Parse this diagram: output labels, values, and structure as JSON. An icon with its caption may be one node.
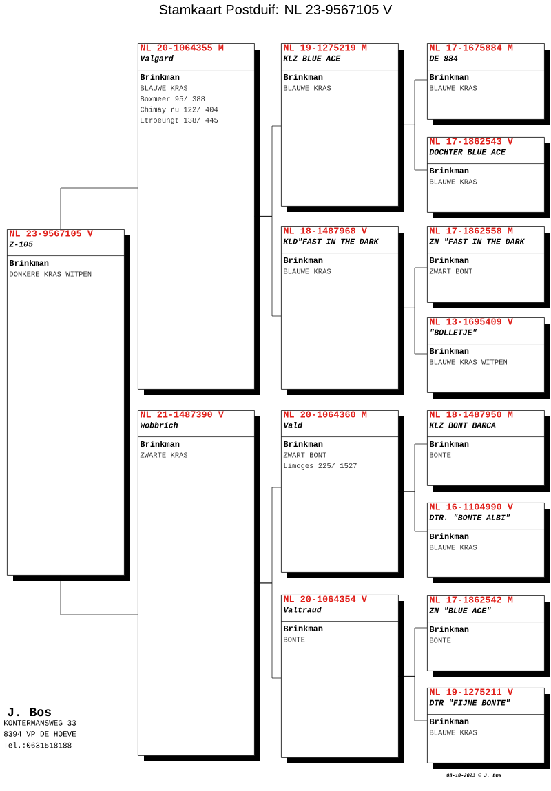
{
  "diagram": {
    "title": "Stamkaart Postduif: NL 23-9567105 V",
    "nodes": [
      {
        "text": [
          "NL 23-9567105 V",
          "Z-105",
          "Brinkman",
          "DONKERE KRAS WITPEN"
        ]
      },
      {
        "text": [
          "NL 20-1064355 M",
          "Valgard",
          "Brinkman",
          "BLAUWE KRAS",
          "Boxmeer 95/ 388",
          "Chimay ru 122/ 404",
          "Etroeungt 138/ 445"
        ]
      },
      {
        "text": [
          "NL 21-1487390 V",
          "Wobbrich",
          "Brinkman",
          "ZWARTE KRAS"
        ]
      },
      {
        "text": [
          "NL 19-1275219 M",
          "KLZ BLUE ACE",
          "Brinkman",
          "BLAUWE KRAS"
        ]
      },
      {
        "text": [
          "NL 18-1487968 V",
          "KLD\"FAST IN THE DARK",
          "Brinkman",
          "BLAUWE KRAS"
        ]
      },
      {
        "text": [
          "NL 20-1064360 M",
          "Vald",
          "Brinkman",
          "ZWART BONT",
          "Limoges 225/ 1527"
        ]
      },
      {
        "text": [
          "NL 20-1064354 V",
          "Valtraud",
          "Brinkman",
          "BONTE"
        ]
      },
      {
        "text": [
          "NL 17-1675884 M",
          "DE 884",
          "Brinkman",
          "BLAUWE KRAS"
        ]
      },
      {
        "text": [
          "NL 17-1862543 V",
          "DOCHTER BLUE ACE",
          "Brinkman",
          "BLAUWE KRAS"
        ]
      },
      {
        "text": [
          "NL 17-1862558 M",
          "ZN \"FAST IN THE DARK",
          "Brinkman",
          "ZWART BONT"
        ]
      },
      {
        "text": [
          "NL 13-1695409 V",
          "\"BOLLETJE\"",
          "Brinkman",
          "BLAUWE KRAS WITPEN"
        ]
      },
      {
        "text": [
          "NL 18-1487950 M",
          "KLZ BONT BARCA",
          "Brinkman",
          "BONTE"
        ]
      },
      {
        "text": [
          "NL 16-1104990 V",
          "DTR. \"BONTE ALBI\"",
          "Brinkman",
          "BLAUWE KRAS"
        ]
      },
      {
        "text": [
          "NL 17-1862542 M",
          "ZN \"BLUE ACE\"",
          "Brinkman",
          "BONTE"
        ]
      },
      {
        "text": [
          "NL 19-1275211 V",
          "DTR \"FIJNE BONTE\"",
          "Brinkman",
          "BLAUWE KRAS"
        ]
      }
    ],
    "edges": [
      {
        "from": 0,
        "to": 1,
        "arrow": "none"
      },
      {
        "from": 0,
        "to": 2,
        "arrow": "none"
      },
      {
        "from": 1,
        "to": 3,
        "arrow": "none"
      },
      {
        "from": 1,
        "to": 4,
        "arrow": "none"
      },
      {
        "from": 2,
        "to": 5,
        "arrow": "none"
      },
      {
        "from": 2,
        "to": 6,
        "arrow": "none"
      },
      {
        "from": 3,
        "to": 7,
        "arrow": "none"
      },
      {
        "from": 3,
        "to": 8,
        "arrow": "none"
      },
      {
        "from": 4,
        "to": 9,
        "arrow": "none"
      },
      {
        "from": 4,
        "to": 10,
        "arrow": "none"
      },
      {
        "from": 5,
        "to": 11,
        "arrow": "none"
      },
      {
        "from": 5,
        "to": 12,
        "arrow": "none"
      },
      {
        "from": 6,
        "to": 13,
        "arrow": "none"
      },
      {
        "from": 6,
        "to": 14,
        "arrow": "none"
      }
    ],
    "labels": [
      "J. Bos",
      "KONTERMANSWEG 33",
      "8394 VP DE HOEVE",
      "Tel.:0631518188",
      "08-10-2023 © J. Bos"
    ]
  }
}
